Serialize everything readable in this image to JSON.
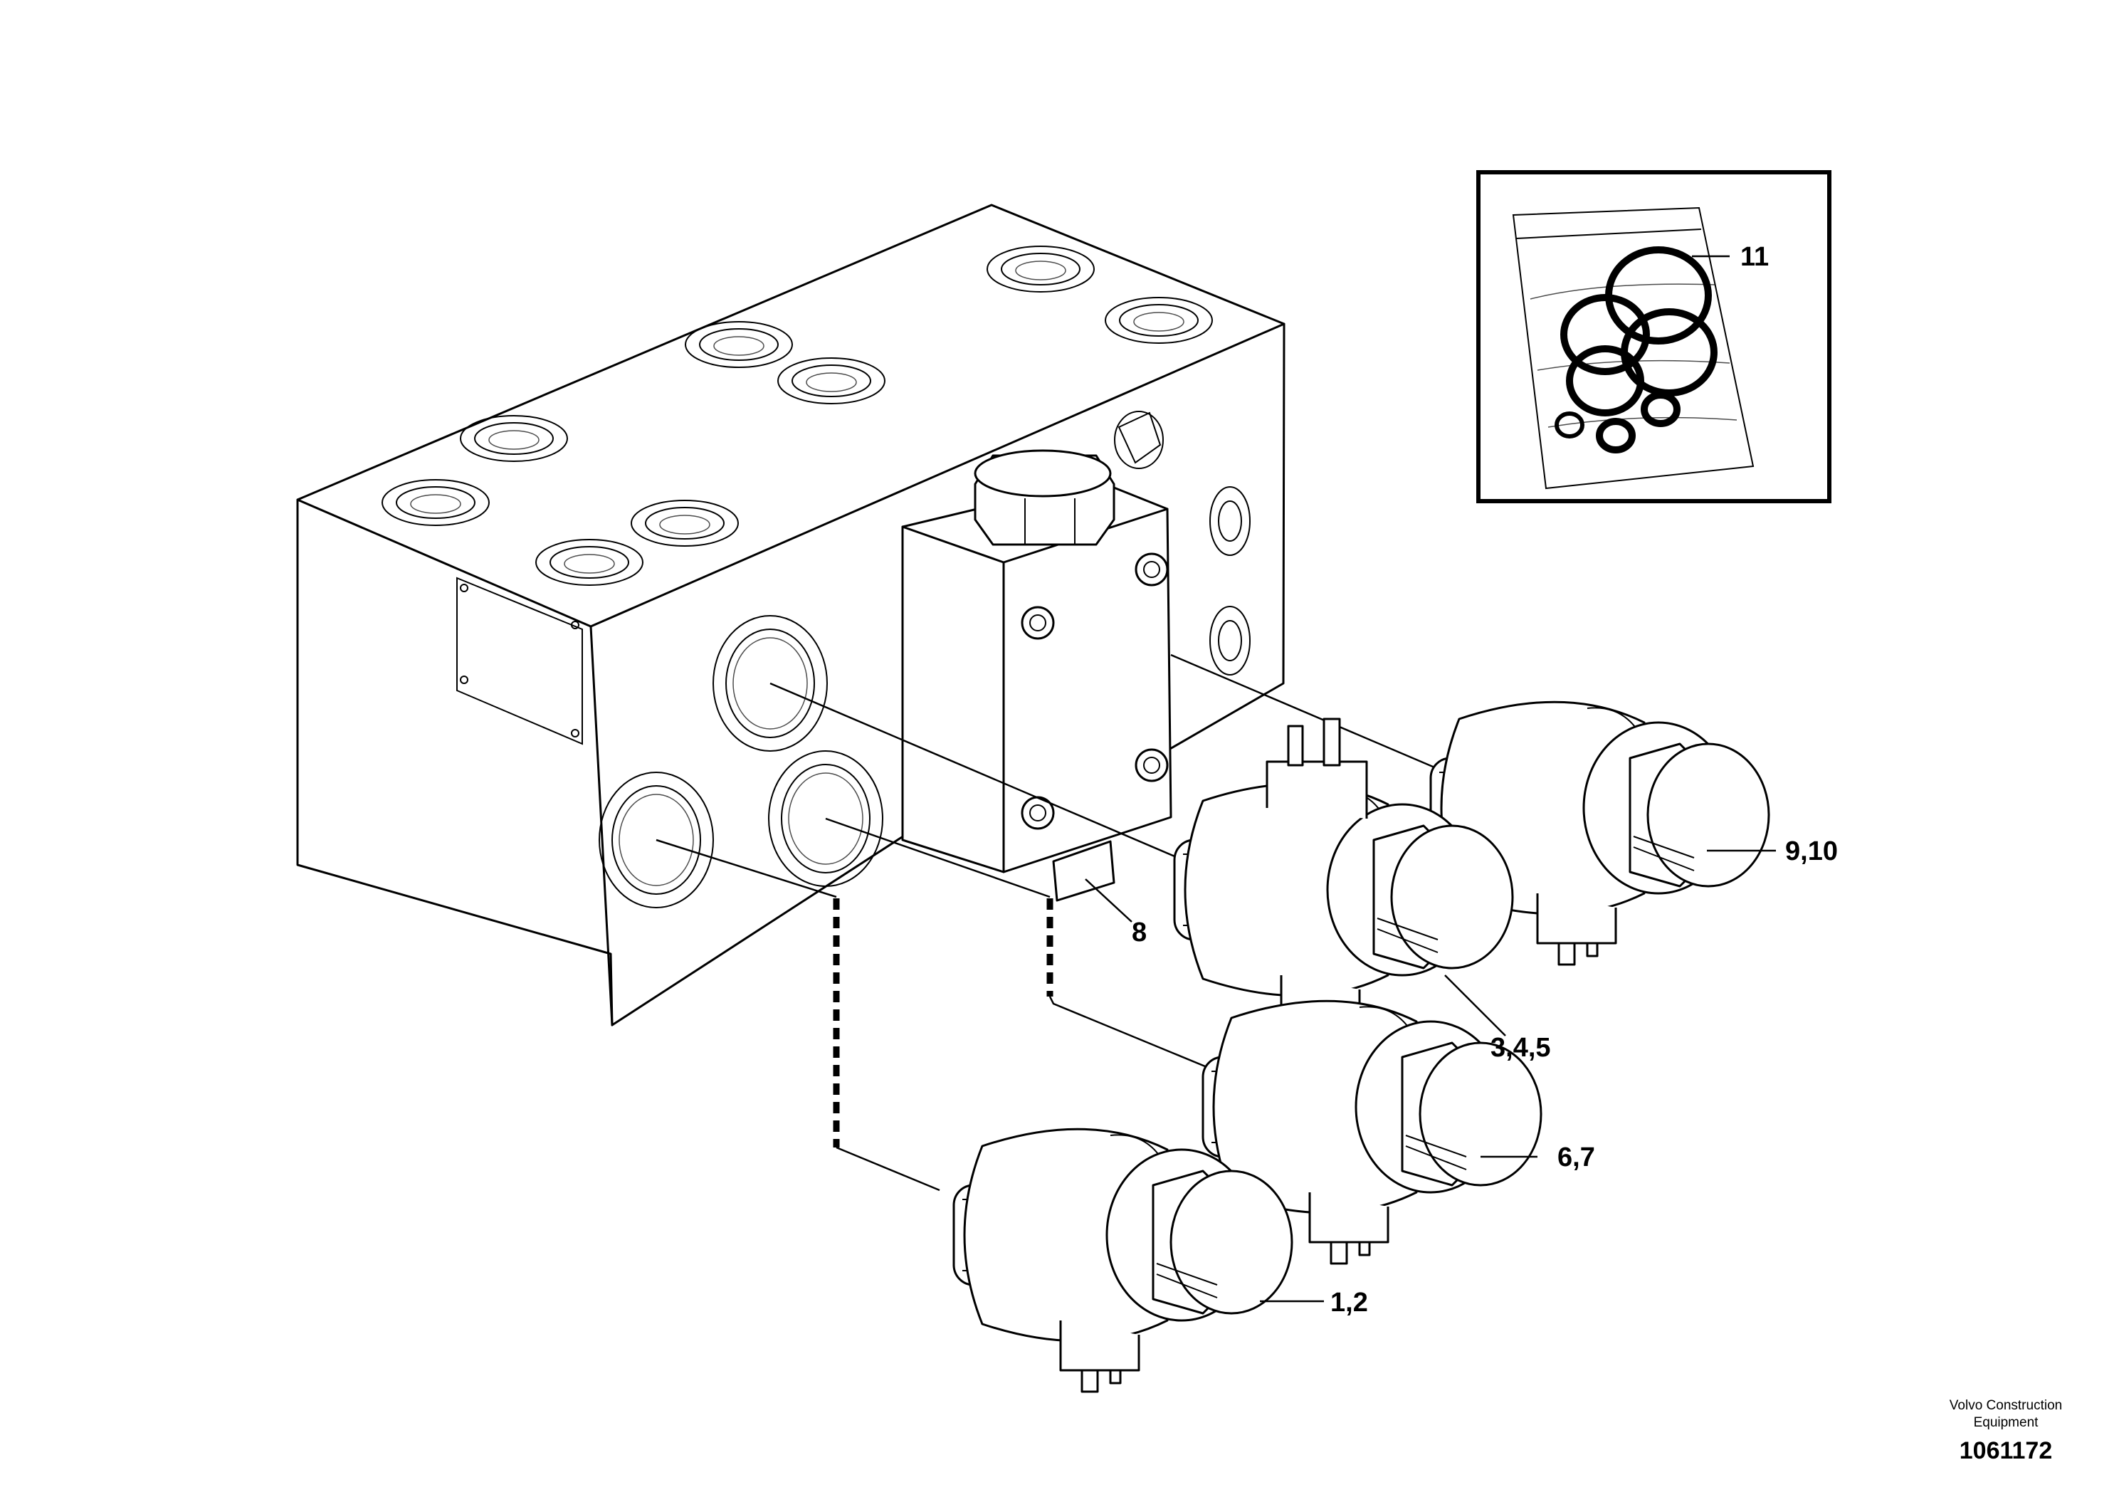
{
  "callouts": {
    "c11": "11",
    "c8": "8",
    "c9_10": "9,10",
    "c3_4_5": "3,4,5",
    "c6_7": "6,7",
    "c1_2": "1,2"
  },
  "footer": {
    "brand_line1": "Volvo Construction",
    "brand_line2": "Equipment",
    "doc_number": "1061172"
  }
}
